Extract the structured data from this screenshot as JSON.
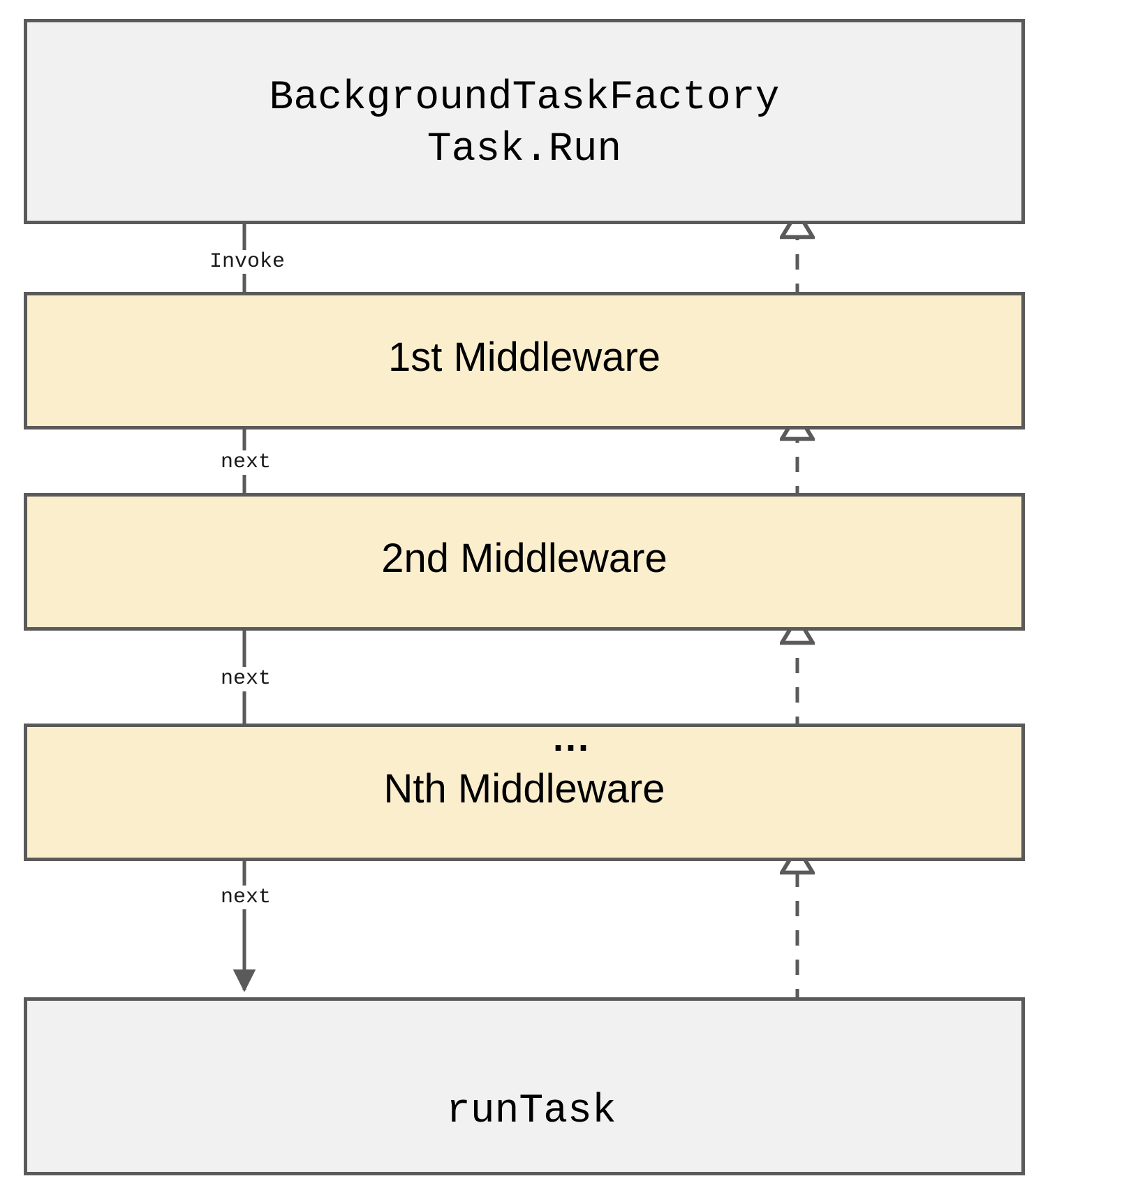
{
  "diagram": {
    "title_top": "BackgroundTaskFactory\nTask.Run",
    "ellipsis": "...",
    "colors": {
      "endpoint_fill": "#f1f1f1",
      "middleware_fill": "#faeecd",
      "stroke": "#5a5a5a",
      "text": "#000000"
    },
    "nodes": [
      {
        "id": "background-task-factory",
        "label": "BackgroundTaskFactory\nTask.Run",
        "style": "gray",
        "font": "mono"
      },
      {
        "id": "middleware-1",
        "label": "1st Middleware",
        "style": "cream",
        "font": "sans"
      },
      {
        "id": "middleware-2",
        "label": "2nd Middleware",
        "style": "cream",
        "font": "sans"
      },
      {
        "id": "middleware-n",
        "label": "Nth Middleware",
        "style": "cream",
        "font": "sans"
      },
      {
        "id": "run-task",
        "label": "runTask",
        "style": "gray",
        "font": "mono"
      }
    ],
    "edges": [
      {
        "id": "edge-invoke",
        "label": "Invoke",
        "from": "background-task-factory",
        "to": "middleware-1",
        "kind": "solid-down"
      },
      {
        "id": "edge-next-1",
        "label": "next",
        "from": "middleware-1",
        "to": "middleware-2",
        "kind": "solid-down"
      },
      {
        "id": "edge-next-2",
        "label": "next",
        "from": "middleware-2",
        "to": "middleware-n",
        "kind": "solid-down"
      },
      {
        "id": "edge-next-3",
        "label": "next",
        "from": "middleware-n",
        "to": "run-task",
        "kind": "solid-down"
      },
      {
        "id": "edge-return-1",
        "label": "",
        "from": "run-task",
        "to": "middleware-n",
        "kind": "dashed-up"
      },
      {
        "id": "edge-return-2",
        "label": "",
        "from": "middleware-n",
        "to": "middleware-2",
        "kind": "dashed-up"
      },
      {
        "id": "edge-return-3",
        "label": "",
        "from": "middleware-2",
        "to": "middleware-1",
        "kind": "dashed-up"
      },
      {
        "id": "edge-return-4",
        "label": "",
        "from": "middleware-1",
        "to": "background-task-factory",
        "kind": "dashed-up"
      },
      {
        "id": "edge-runtask-in",
        "label": "",
        "from": "next-3",
        "to": "run-task",
        "kind": "solid-right"
      },
      {
        "id": "edge-runtask-out",
        "label": "",
        "from": "run-task",
        "to": "return",
        "kind": "dashed-right"
      }
    ]
  }
}
